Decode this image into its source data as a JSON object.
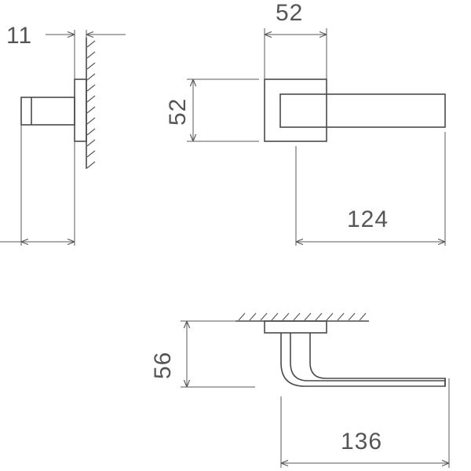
{
  "dimensions": {
    "side_depth": "11",
    "rose_width": "52",
    "rose_height": "52",
    "lever_length": "124",
    "projection": "56",
    "overall_length": "136"
  }
}
